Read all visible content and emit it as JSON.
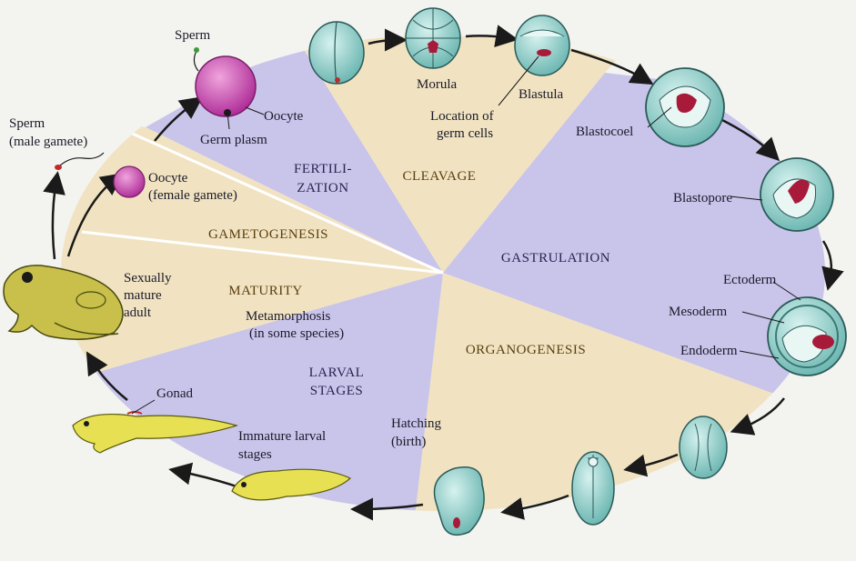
{
  "stages": {
    "fertilization": [
      "FERTILI-",
      "ZATION"
    ],
    "cleavage": "CLEAVAGE",
    "gastrulation": "GASTRULATION",
    "organogenesis": "ORGANOGENESIS",
    "larval": [
      "LARVAL",
      "STAGES"
    ],
    "maturity": "MATURITY",
    "gametogenesis": "GAMETOGENESIS"
  },
  "labels": {
    "sperm_top": "Sperm",
    "oocyte_top": "Oocyte",
    "germ_plasm": "Germ plasm",
    "sperm_male": [
      "Sperm",
      "(male gamete)"
    ],
    "oocyte_female": [
      "Oocyte",
      "(female gamete)"
    ],
    "morula": "Morula",
    "blastula": "Blastula",
    "germ_cells": [
      "Location of",
      "germ cells"
    ],
    "blastocoel": "Blastocoel",
    "blastopore": "Blastopore",
    "ectoderm": "Ectoderm",
    "mesoderm": "Mesoderm",
    "endoderm": "Endoderm",
    "adult": [
      "Sexually",
      "mature",
      "adult"
    ],
    "metamorphosis": [
      "Metamorphosis",
      "(in some species)"
    ],
    "gonad": "Gonad",
    "immature": [
      "Immature larval",
      "stages"
    ],
    "hatching": [
      "Hatching",
      "(birth)"
    ]
  },
  "colors": {
    "lavender": "#c9c4ea",
    "beige": "#f1e3c1",
    "embryo": "#a9dcd8",
    "oocyte": "#d257b8",
    "frog": "#c8c04a",
    "arrow": "#1a1a1a"
  }
}
